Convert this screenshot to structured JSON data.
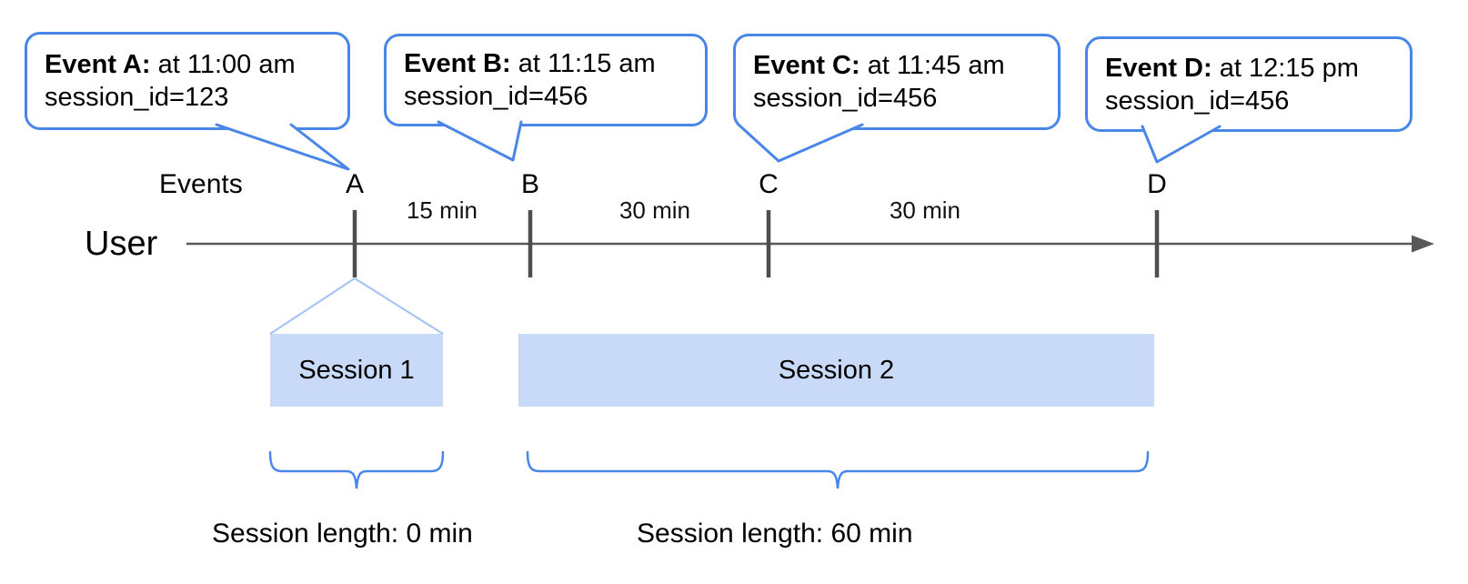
{
  "bubbles": [
    {
      "title": "Event A:",
      "time": " at 11:00 am",
      "session": "session_id=123"
    },
    {
      "title": "Event B:",
      "time": " at 11:15 am",
      "session": "session_id=456"
    },
    {
      "title": "Event C:",
      "time": " at 11:45 am",
      "session": "session_id=456"
    },
    {
      "title": "Event D:",
      "time": " at 12:15 pm",
      "session": "session_id=456"
    }
  ],
  "timeline": {
    "row_label": "Events",
    "axis_label": "User",
    "event_marks": [
      "A",
      "B",
      "C",
      "D"
    ],
    "intervals": [
      "15 min",
      "30 min",
      "30 min"
    ]
  },
  "sessions": [
    {
      "label": "Session 1",
      "length_label": "Session length: 0 min"
    },
    {
      "label": "Session 2",
      "length_label": "Session length: 60 min"
    }
  ],
  "colors": {
    "accent_blue": "#4a86e8",
    "session_fill": "#c9daf8",
    "funnel_line": "#a4c2f4",
    "axis_gray": "#595959"
  }
}
